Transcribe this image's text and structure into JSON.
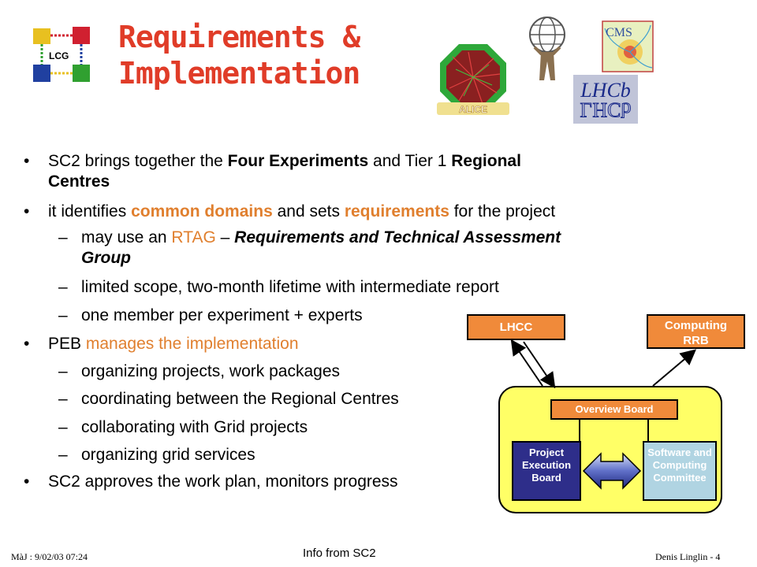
{
  "logo": {
    "text": "LCG"
  },
  "title": {
    "line1": "Requirements &",
    "line2": "Implementation"
  },
  "experiments": {
    "alice": "ALICE",
    "cms": "CMS",
    "lhcb": "LHCb"
  },
  "bullets": {
    "b1": {
      "pre": "SC2 brings together the ",
      "bold1": "Four Experiments",
      "mid": " and Tier 1 ",
      "bold2": "Regional",
      "line2": "Centres"
    },
    "b2": {
      "pre": "it identifies ",
      "hl1": "common domains",
      "mid": " and sets ",
      "hl2": "requirements",
      "post": " for the project"
    },
    "s1": {
      "pre": "may use an ",
      "hl": "RTAG",
      "mid": " – ",
      "italic1": "Requirements and Technical Assessment",
      "italic2": "Group"
    },
    "s2": "limited scope, two-month lifetime with intermediate report",
    "s3": "one member per experiment + experts",
    "b3": {
      "pre": "PEB ",
      "hl": "manages the implementation"
    },
    "s4": "organizing projects, work packages",
    "s5": "coordinating between the Regional Centres",
    "s6": "collaborating with Grid projects",
    "s7": "organizing grid services",
    "b4": "SC2 approves the work plan, monitors progress",
    "dot": "•",
    "dash": "–"
  },
  "diagram": {
    "lhcc": "LHCC",
    "rrb_line1": "Computing",
    "rrb_line2": "RRB",
    "overview": "Overview Board",
    "peb_line1": "Project",
    "peb_line2": "Execution",
    "peb_line3": "Board",
    "scc_line1": "Software and",
    "scc_line2": "Computing",
    "scc_line3": "Committee"
  },
  "footer": {
    "left": "MàJ : 9/02/03 07:24",
    "center": "Info from SC2",
    "right": "Denis Linglin  -  4"
  },
  "colors": {
    "title": "#e03c28",
    "highlight": "#e07f2e",
    "box_orange": "#f08a3a",
    "board_yellow": "#ffff66",
    "peb_navy": "#2e2e8a",
    "scc_lightblue": "#b0d4e2"
  }
}
